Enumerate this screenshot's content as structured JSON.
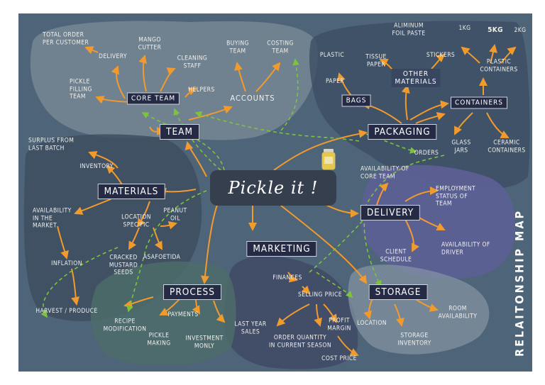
{
  "title": "Pickle it !",
  "side_title": "RELAITONSHIP MAP",
  "hubs": {
    "team": "TEAM",
    "core_team": "CORE TEAM",
    "accounts": "ACCOUNTS",
    "packaging": "PACKAGING",
    "bags": "BAGS",
    "other_materials": "OTHER\nMATERIALS",
    "containers": "CONTAINERS",
    "materials": "MATERIALS",
    "delivery": "DELIVERY",
    "marketing": "MARKETING",
    "process": "PROCESS",
    "storage": "STORAGE",
    "plastic_containers": "PLASTIC\nCONTAINERS"
  },
  "labels": {
    "total_order": "TOTAL ORDER\nPER CUSTOMER",
    "delivery_small": "DELIVERY",
    "mango_cutter": "MANGO\nCUTTER",
    "cleaning_staff": "CLEANING\nSTAFF",
    "pickle_filling": "PICKLE\nFILLING\nTEAM",
    "helpers": "HELPERS",
    "buying_team": "BUYING\nTEAM",
    "costing_team": "COSTING\nTEAM",
    "aluminum": "ALIMINUM\nFOIL PASTE",
    "plastic": "PLASTIC",
    "tissue_paper": "TISSUE\nPAPER",
    "stickers": "STICKERS",
    "paper": "PAPER",
    "kg1": "1KG",
    "kg5": "5KG",
    "kg2": "2KG",
    "glass_jars": "GLASS\nJARS",
    "ceramic": "CERAMIC\nCONTAINERS",
    "orders": "ORDERS",
    "surplus": "SURPLUS FROM\nLAST BATCH",
    "inventory": "INVENTORY",
    "availability_market": "AVAILABILITY\nIN THE\nMARKET",
    "location_specific": "LOCATION\nSPECIFIC",
    "peanut_oil": "PEANUT\nOIL",
    "cracked_mustard": "CRACKED\nMUSTARD\nSEEDS",
    "asafoetida": "ASAFOETIDA",
    "inflation": "INFLATION",
    "harvest": "HARVEST / PRODUCE",
    "avail_core_team": "AVAILABILITY OF\nCORE TEAM",
    "employment_status": "EMPLOYMENT\nSTATUS OF\nTEAM",
    "client_schedule": "CLIENT\nSCHEDULE",
    "avail_driver": "AVAILABILITY OF\nDRIVER",
    "finances": "FINANCES",
    "selling_price": "SELLING PRICE",
    "last_year_sales": "LAST YEAR\nSALES",
    "order_quantity": "ORDER QUANTITY\nIN CURRENT SEASON",
    "profit_margin": "PROFIT\nMARGIN",
    "cost_price": "COST PRICE",
    "recipe_mod": "RECIPE\nMODIFICATION",
    "payments": "PAYMENTS",
    "pickle_making": "PICKLE\nMAKING",
    "investment": "INVESTMENT\nMONLY",
    "location": "LOCATION",
    "storage_inventory": "STORAGE\nINVENTORY",
    "room_availability": "ROOM\nAVAILABILITY"
  }
}
